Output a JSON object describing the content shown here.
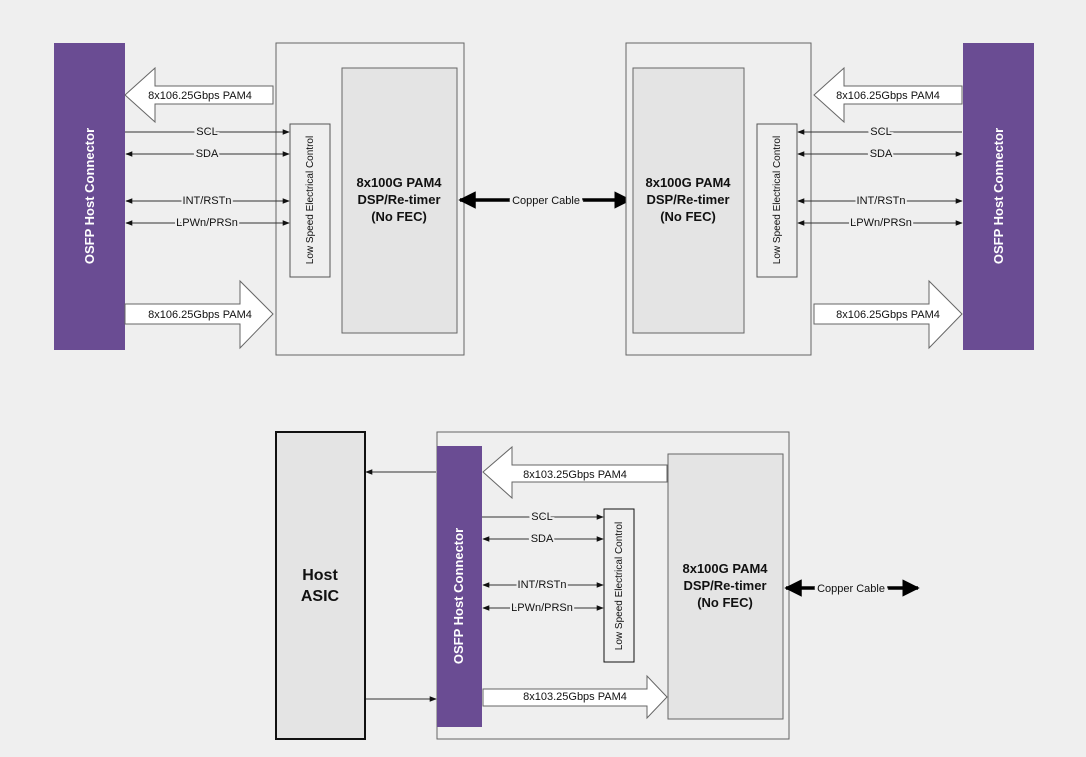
{
  "colors": {
    "background": "#efefef",
    "connector": "#6a4c93",
    "module_fill": "#efefef",
    "chip_fill": "#e4e4e4",
    "outline": "#555555"
  },
  "top_left": {
    "connector_label": "OSFP Host Connector",
    "tx_label": "8x106.25Gbps PAM4",
    "rx_label": "8x106.25Gbps PAM4",
    "signals": [
      "SCL",
      "SDA",
      "INT/RSTn",
      "LPWn/PRSn"
    ],
    "control_label": "Low Speed Electrical Control",
    "chip_lines": [
      "8x100G PAM4",
      "DSP/Re-timer",
      "(No FEC)"
    ]
  },
  "cable_label": "Copper Cable",
  "top_right": {
    "connector_label": "OSFP Host Connector",
    "tx_label": "8x106.25Gbps PAM4",
    "rx_label": "8x106.25Gbps PAM4",
    "signals": [
      "SCL",
      "SDA",
      "INT/RSTn",
      "LPWn/PRSn"
    ],
    "control_label": "Low Speed Electrical Control",
    "chip_lines": [
      "8x100G PAM4",
      "DSP/Re-timer",
      "(No FEC)"
    ]
  },
  "bottom": {
    "host_lines": [
      "Host",
      "ASIC"
    ],
    "connector_label": "OSFP Host Connector",
    "tx_label": "8x103.25Gbps PAM4",
    "rx_label": "8x103.25Gbps PAM4",
    "signals": [
      "SCL",
      "SDA",
      "INT/RSTn",
      "LPWn/PRSn"
    ],
    "control_label": "Low Speed Electrical Control",
    "chip_lines": [
      "8x100G PAM4",
      "DSP/Re-timer",
      "(No FEC)"
    ],
    "cable_label": "Copper Cable"
  }
}
